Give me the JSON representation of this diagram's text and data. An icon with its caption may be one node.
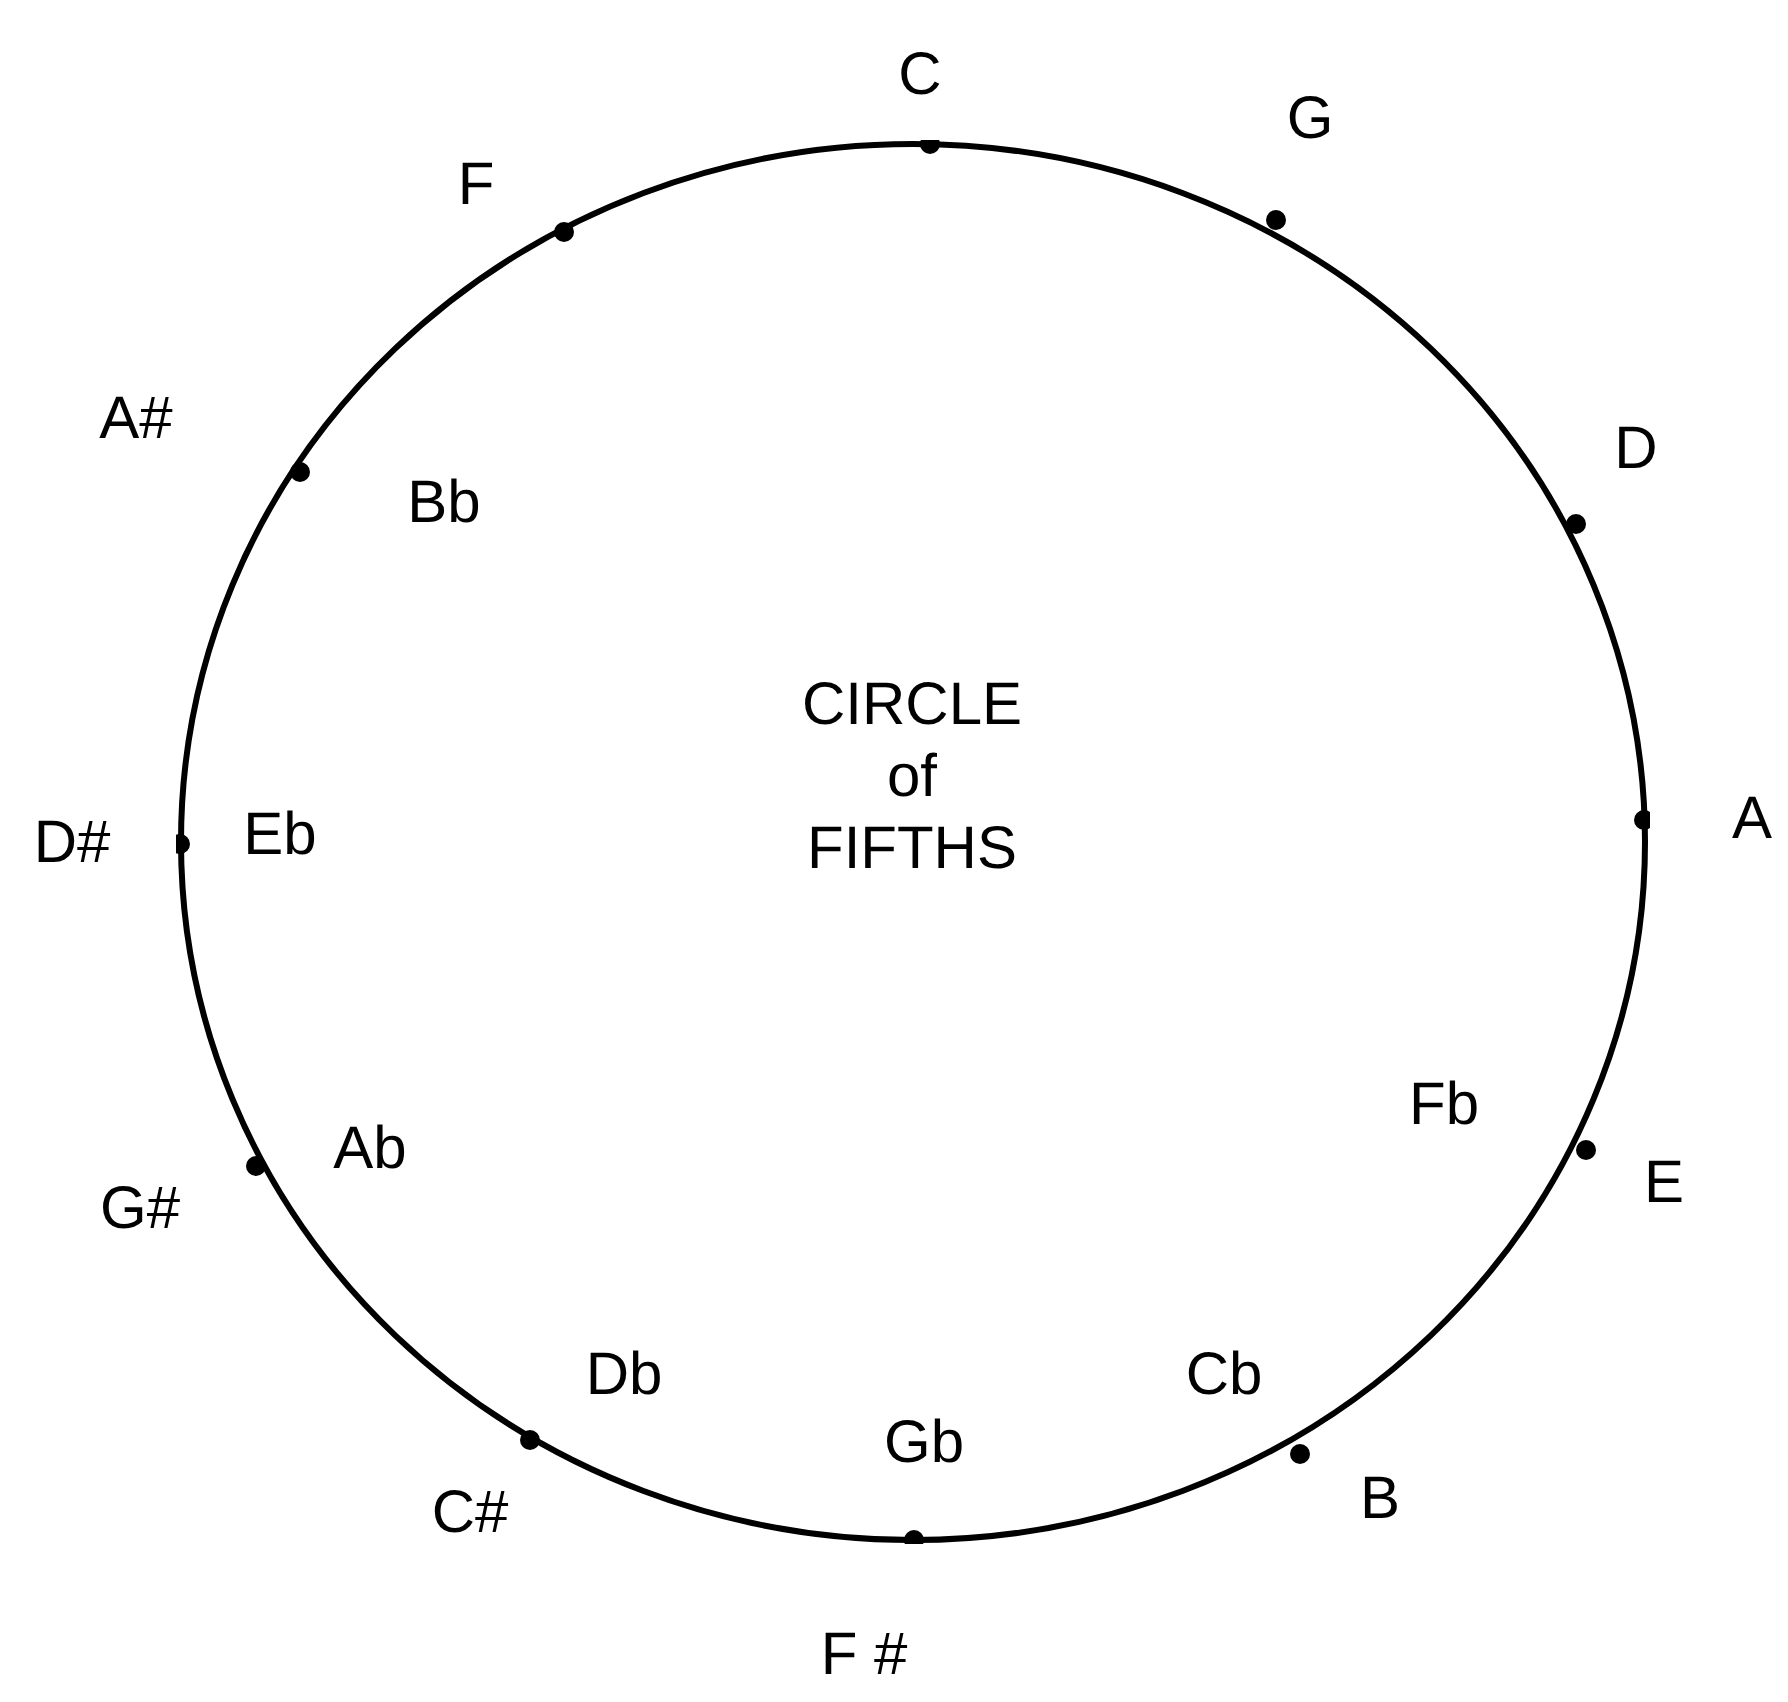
{
  "diagram": {
    "nodes": [
      {
        "text": [
          "CIRCLE of FIFTHS"
        ]
      }
    ],
    "labels": [
      "C",
      "G",
      "F",
      "A#",
      "D",
      "Bb",
      "D#",
      "Eb",
      "A",
      "Fb",
      "E",
      "G#",
      "Ab",
      "Db",
      "Cb",
      "Gb",
      "C#",
      "B",
      "F #"
    ]
  }
}
